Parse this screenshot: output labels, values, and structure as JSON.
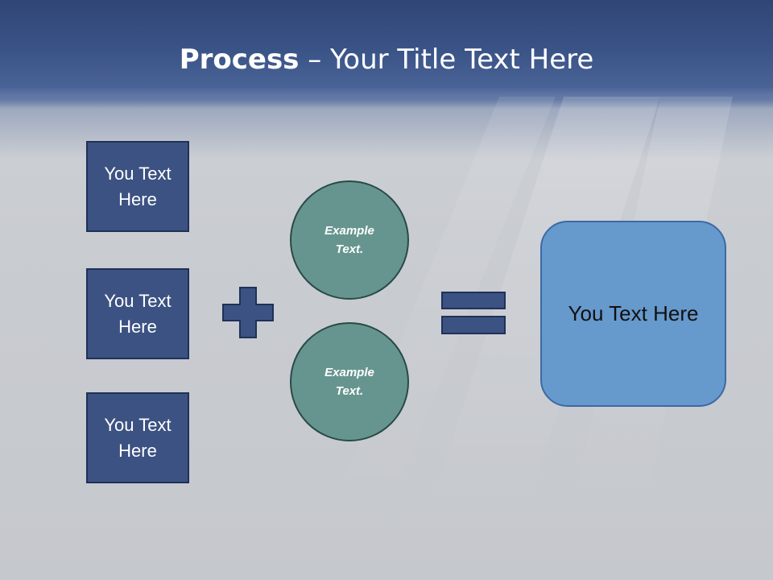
{
  "slide": {
    "title_bold": "Process",
    "title_rest": " – Your Title Text Here"
  },
  "left_boxes": [
    {
      "label": "You Text Here"
    },
    {
      "label": "You Text Here"
    },
    {
      "label": "You Text Here"
    }
  ],
  "circles": [
    {
      "label": "Example Text."
    },
    {
      "label": "Example Text."
    }
  ],
  "result": {
    "label": "You Text Here"
  },
  "colors": {
    "header": "#3a5387",
    "box_fill": "#3c5282",
    "circle_fill": "#66958f",
    "result_fill": "#6699cc"
  },
  "icons": {
    "operator_1": "plus-icon",
    "operator_2": "equals-icon"
  }
}
